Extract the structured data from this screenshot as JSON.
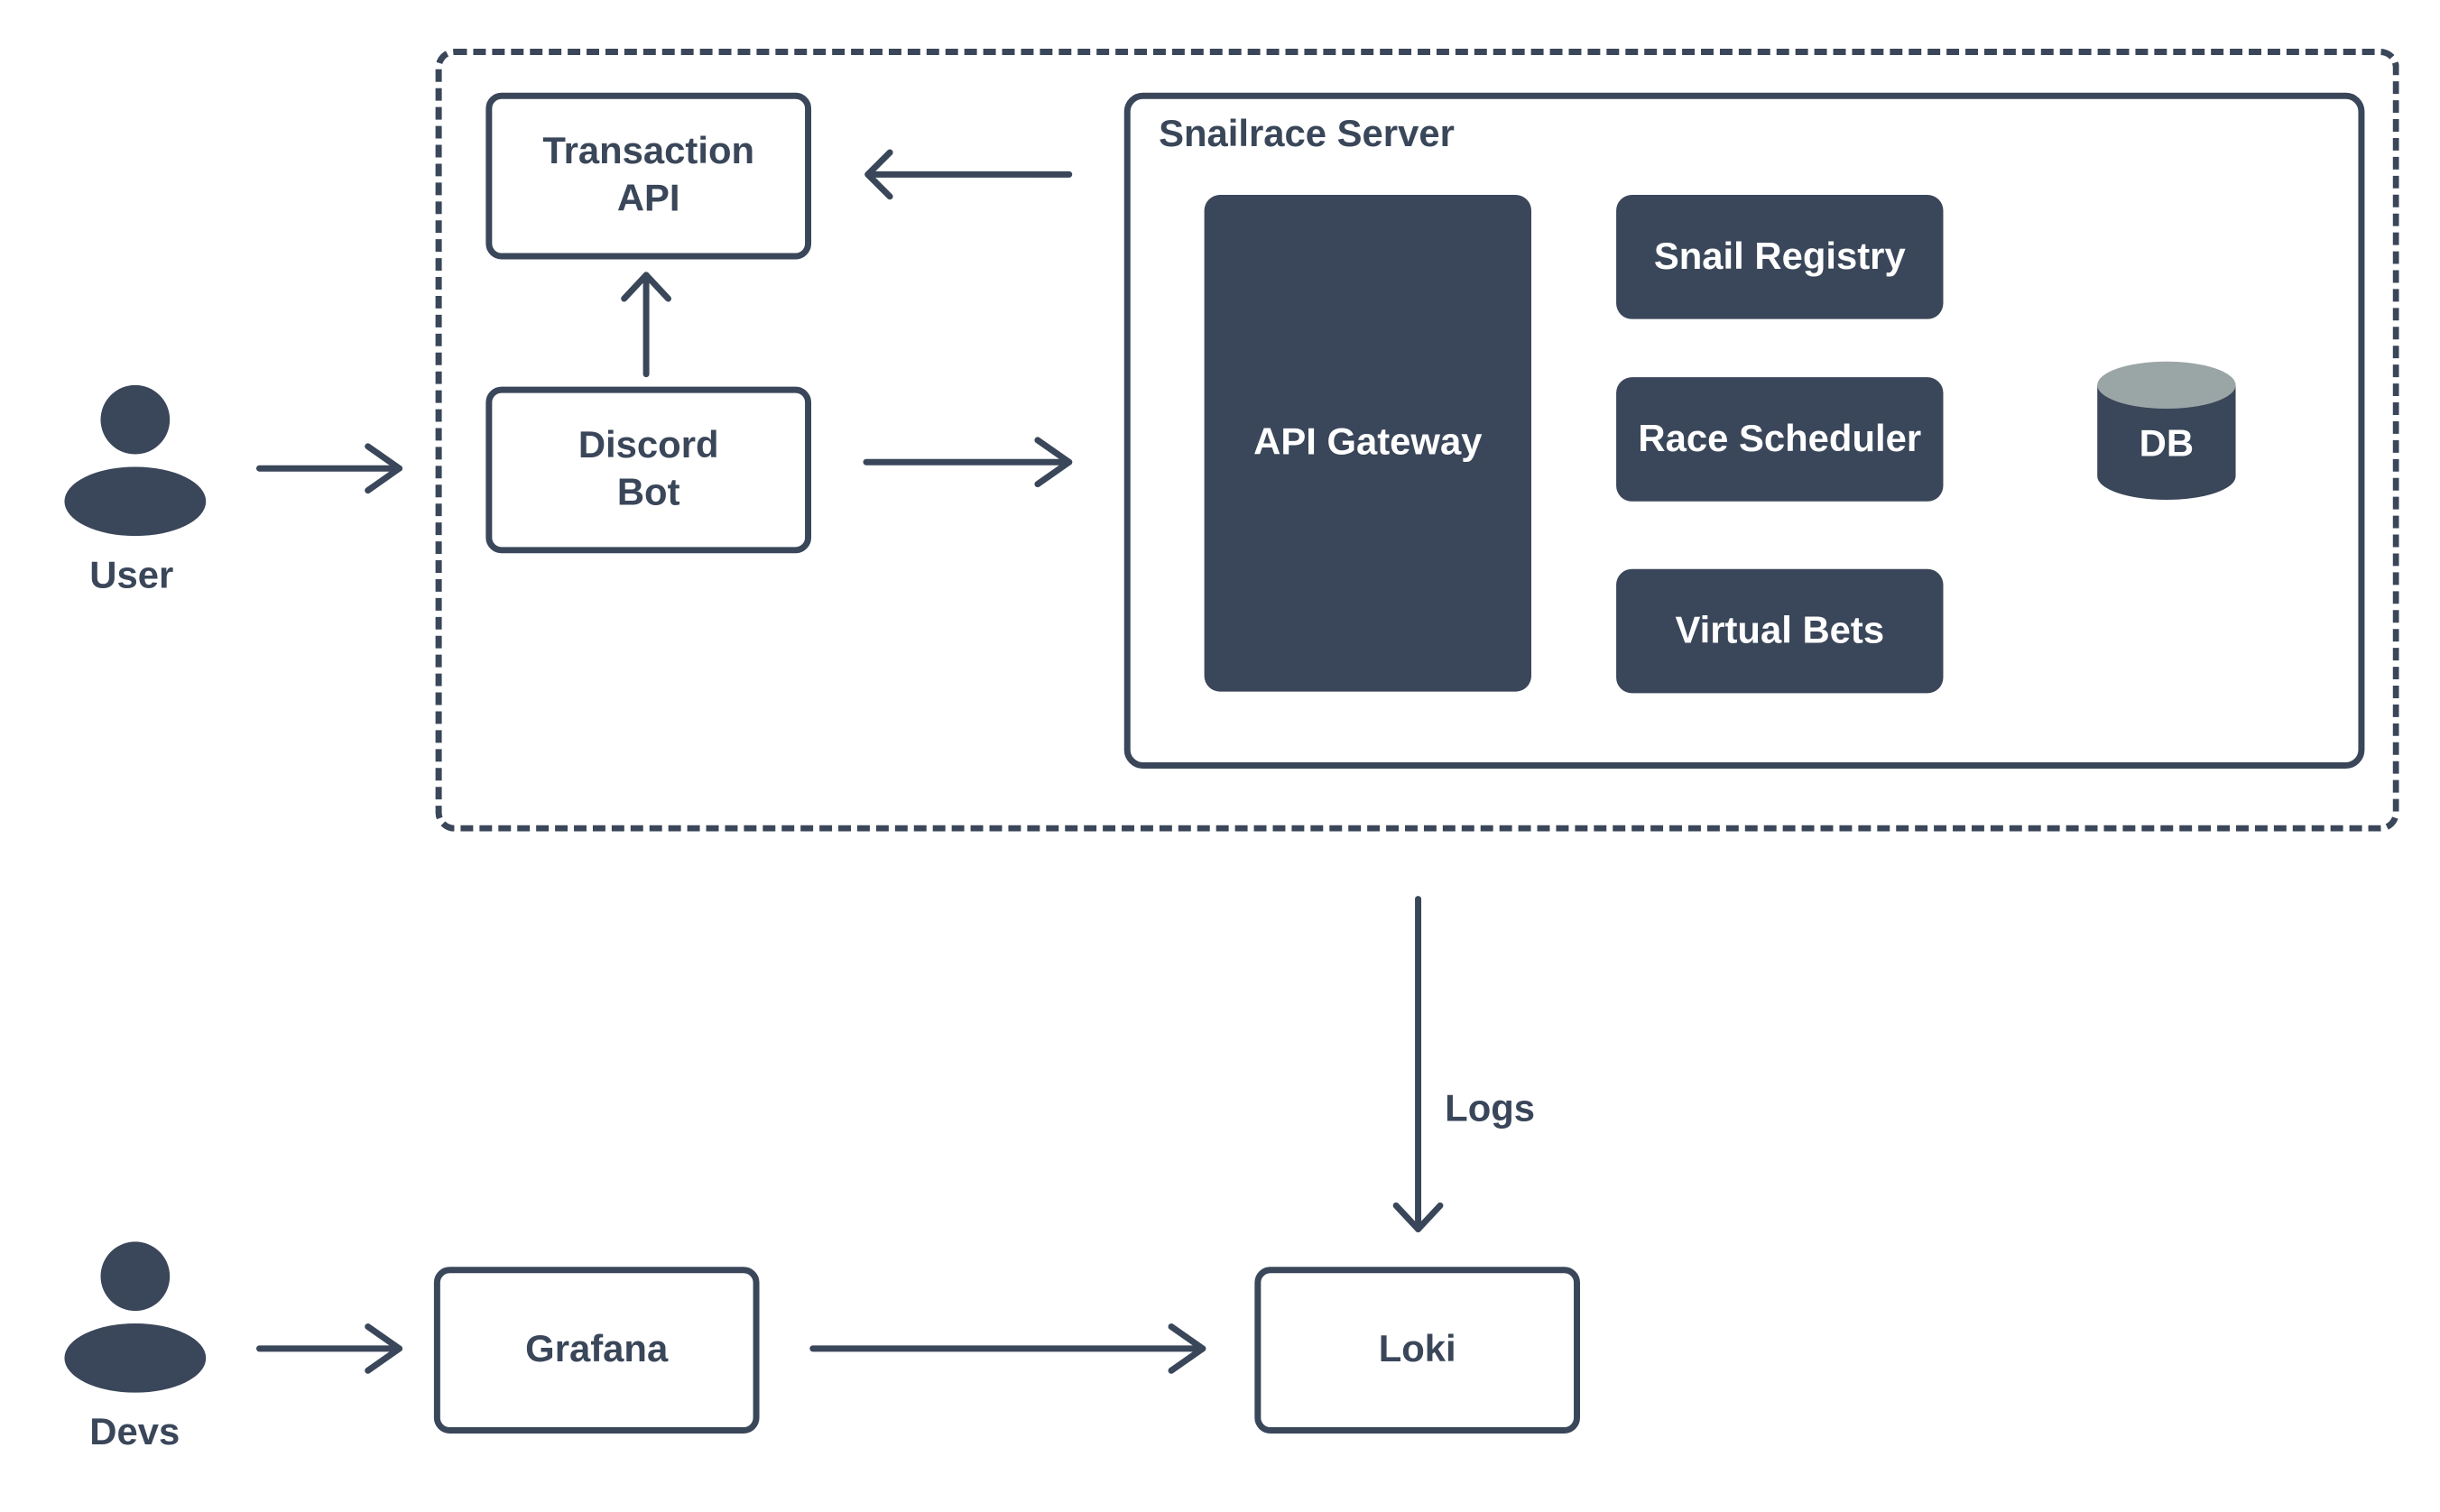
{
  "colors": {
    "ink": "#3a4659",
    "db_top": "#9aa5a6",
    "background": "#ffffff"
  },
  "actors": {
    "user": {
      "label": "User",
      "icon": "person-icon"
    },
    "devs": {
      "label": "Devs",
      "icon": "person-icon"
    }
  },
  "components": {
    "transaction_api": {
      "line1": "Transaction",
      "line2": "API"
    },
    "discord_bot": {
      "line1": "Discord",
      "line2": "Bot"
    },
    "grafana": {
      "label": "Grafana"
    },
    "loki": {
      "label": "Loki"
    }
  },
  "server": {
    "title": "Snailrace Server",
    "api_gateway": "API Gateway",
    "modules": [
      "Snail Registry",
      "Race Scheduler",
      "Virtual Bets"
    ],
    "db": {
      "label": "DB",
      "icon": "database-icon"
    }
  },
  "edges": {
    "logs_label": "Logs"
  }
}
